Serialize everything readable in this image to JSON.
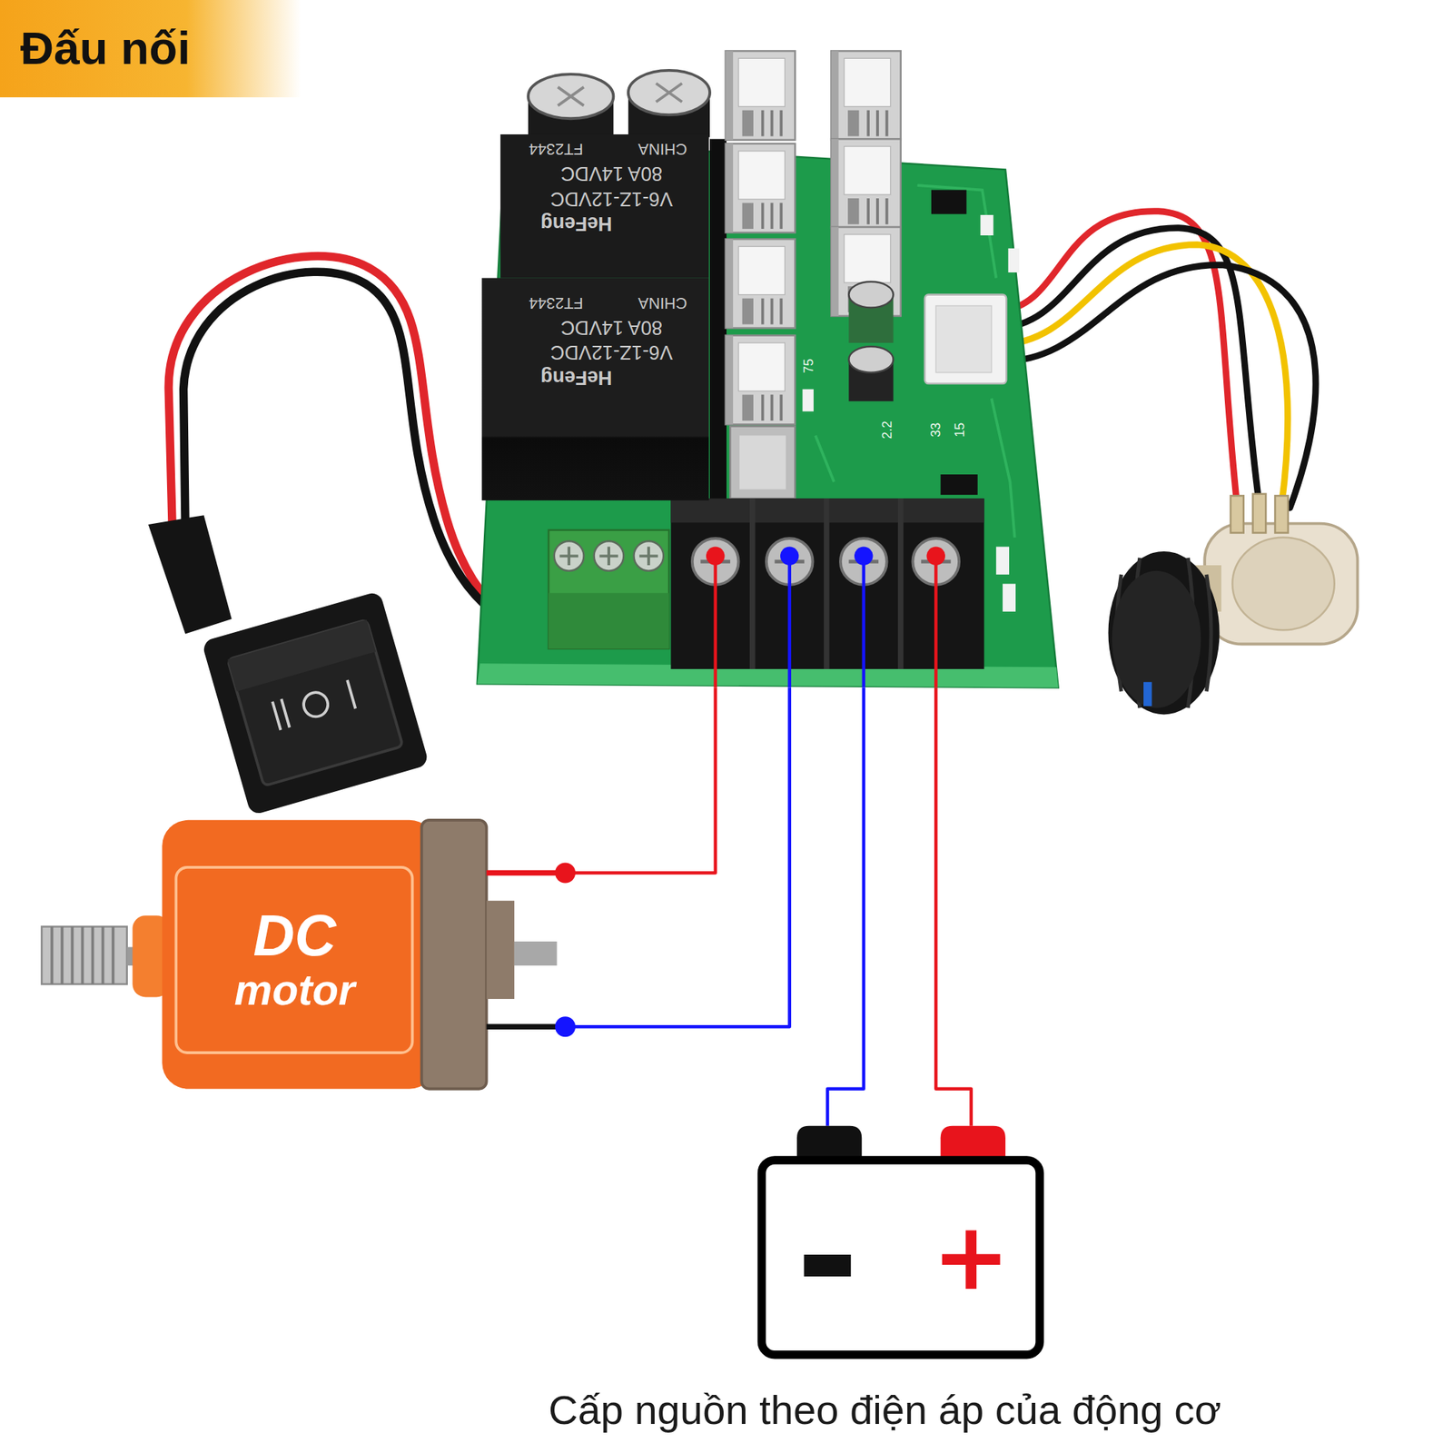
{
  "diagram": {
    "title": "Đấu nối",
    "caption": "Cấp nguồn theo điện áp của động cơ",
    "nodes": [
      {
        "text": [
          "75",
          "2.2",
          "33",
          "15"
        ]
      },
      {
        "text": [
          "HeFeng",
          "V6-1Z-12VDC",
          "80A 14VDC",
          "CHINA",
          "FT2344"
        ],
        "in": 0
      },
      {
        "text": [
          "HeFeng",
          "V6-1Z-12VDC",
          "80A 14VDC",
          "CHINA",
          "FT2344"
        ],
        "in": 0
      },
      {
        "text": [
          "DC motor"
        ]
      },
      {
        "text": [
          "-",
          "+"
        ]
      }
    ],
    "edges": [
      {
        "from": 3,
        "to": 0,
        "arrow": "none"
      },
      {
        "from": 3,
        "to": 0,
        "arrow": "none"
      },
      {
        "from": 4,
        "to": 0,
        "arrow": "none"
      },
      {
        "from": 4,
        "to": 0,
        "arrow": "none"
      }
    ]
  }
}
